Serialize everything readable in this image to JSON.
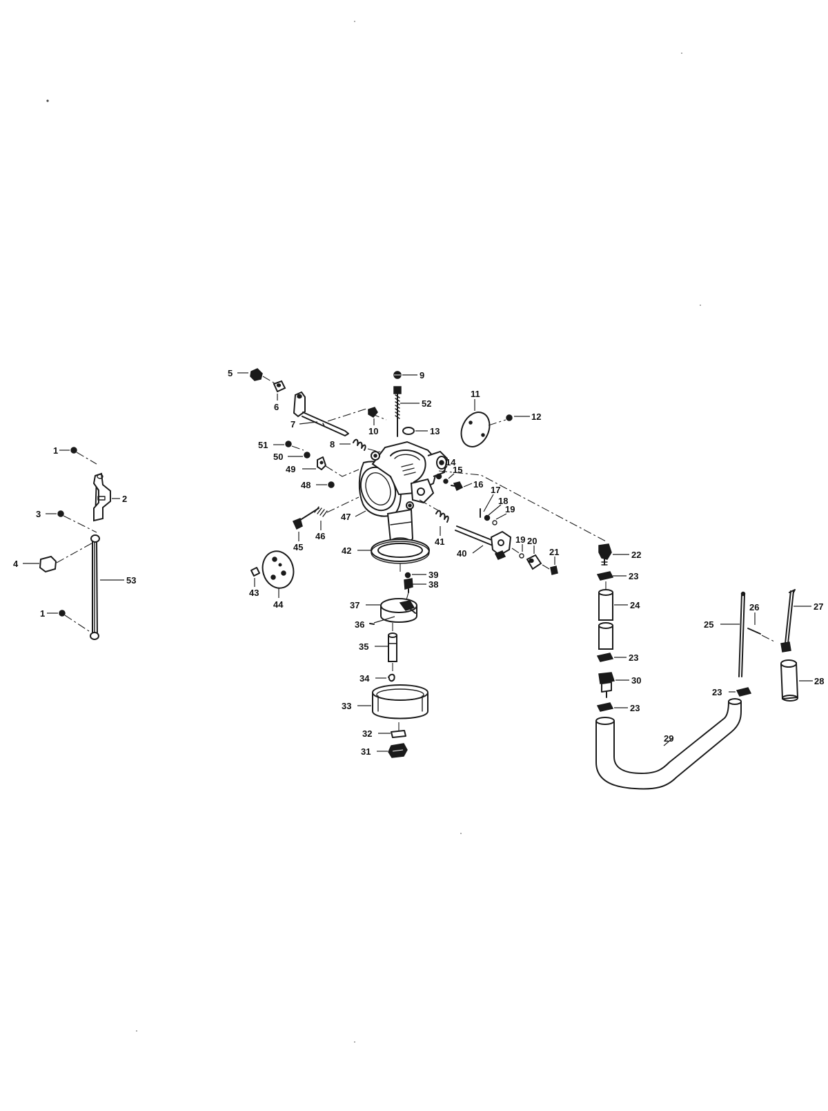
{
  "callouts": [
    {
      "id": "c1a",
      "label": "1"
    },
    {
      "id": "c2",
      "label": "2"
    },
    {
      "id": "c3",
      "label": "3"
    },
    {
      "id": "c4",
      "label": "4"
    },
    {
      "id": "c53",
      "label": "53"
    },
    {
      "id": "c1b",
      "label": "1"
    },
    {
      "id": "c5",
      "label": "5"
    },
    {
      "id": "c6",
      "label": "6"
    },
    {
      "id": "c7",
      "label": "7"
    },
    {
      "id": "c8",
      "label": "8"
    },
    {
      "id": "c9",
      "label": "9"
    },
    {
      "id": "c52",
      "label": "52"
    },
    {
      "id": "c10",
      "label": "10"
    },
    {
      "id": "c11",
      "label": "11"
    },
    {
      "id": "c12",
      "label": "12"
    },
    {
      "id": "c13",
      "label": "13"
    },
    {
      "id": "c14",
      "label": "14"
    },
    {
      "id": "c15",
      "label": "15"
    },
    {
      "id": "c16",
      "label": "16"
    },
    {
      "id": "c17",
      "label": "17"
    },
    {
      "id": "c18",
      "label": "18"
    },
    {
      "id": "c19a",
      "label": "19"
    },
    {
      "id": "c19b",
      "label": "19"
    },
    {
      "id": "c20",
      "label": "20"
    },
    {
      "id": "c21",
      "label": "21"
    },
    {
      "id": "c22",
      "label": "22"
    },
    {
      "id": "c23a",
      "label": "23"
    },
    {
      "id": "c24",
      "label": "24"
    },
    {
      "id": "c23b",
      "label": "23"
    },
    {
      "id": "c30",
      "label": "30"
    },
    {
      "id": "c23c",
      "label": "23"
    },
    {
      "id": "c23d",
      "label": "23"
    },
    {
      "id": "c25",
      "label": "25"
    },
    {
      "id": "c26",
      "label": "26"
    },
    {
      "id": "c27",
      "label": "27"
    },
    {
      "id": "c28",
      "label": "28"
    },
    {
      "id": "c29",
      "label": "29"
    },
    {
      "id": "c51",
      "label": "51"
    },
    {
      "id": "c50",
      "label": "50"
    },
    {
      "id": "c49",
      "label": "49"
    },
    {
      "id": "c48",
      "label": "48"
    },
    {
      "id": "c47",
      "label": "47"
    },
    {
      "id": "c46",
      "label": "46"
    },
    {
      "id": "c45",
      "label": "45"
    },
    {
      "id": "c41",
      "label": "41"
    },
    {
      "id": "c40",
      "label": "40"
    },
    {
      "id": "c42",
      "label": "42"
    },
    {
      "id": "c43",
      "label": "43"
    },
    {
      "id": "c44",
      "label": "44"
    },
    {
      "id": "c39",
      "label": "39"
    },
    {
      "id": "c38",
      "label": "38"
    },
    {
      "id": "c37",
      "label": "37"
    },
    {
      "id": "c36",
      "label": "36"
    },
    {
      "id": "c35",
      "label": "35"
    },
    {
      "id": "c34",
      "label": "34"
    },
    {
      "id": "c33",
      "label": "33"
    },
    {
      "id": "c32",
      "label": "32"
    },
    {
      "id": "c31",
      "label": "31"
    }
  ]
}
